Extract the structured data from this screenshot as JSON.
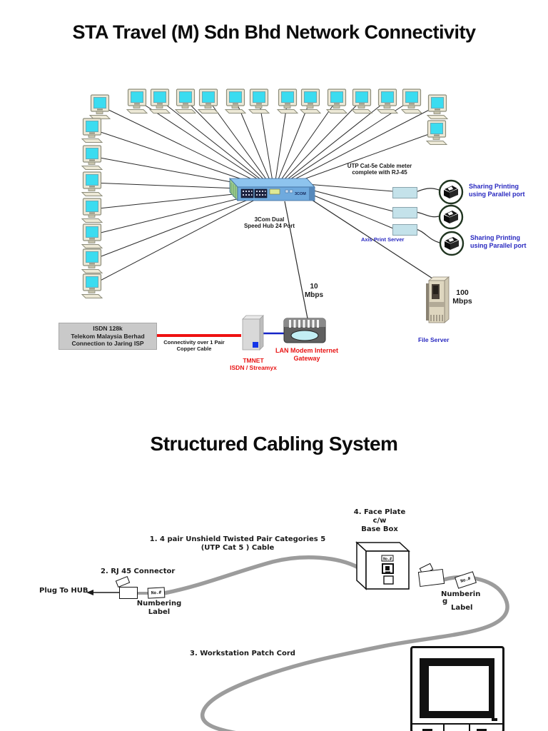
{
  "page": {
    "title_network": "STA Travel (M) Sdn Bhd Network Connectivity",
    "title_cabling": "Structured Cabling System"
  },
  "colors": {
    "label_blue": "#2929c0",
    "label_red": "#e81414",
    "cable_gray": "#9c9c9c",
    "screen_cyan": "#3bdcf0",
    "isdn_box_gray": "#c9c9c9",
    "red_link": "#ee1111",
    "blue_link": "#1524c8"
  },
  "network": {
    "hub": {
      "brand": "3COM",
      "label": [
        "3Com Dual",
        "Speed Hub 24 Port"
      ]
    },
    "utp_note": [
      "UTP Cat-5e Cable meter",
      "complete with RJ-45"
    ],
    "sharing_note": [
      "Sharing Printing",
      "using Parallel port"
    ],
    "axis_print_server": "Axis Print Server",
    "isdn_box": [
      "ISDN 128k",
      "Telekom Malaysia Berhad",
      "Connection to Jaring ISP"
    ],
    "copper_note": [
      "Connectivity over 1 Pair",
      "Copper Cable"
    ],
    "tmnet": [
      "TMNET",
      "ISDN / Streamyx"
    ],
    "lan_modem": [
      "LAN Modem Internet",
      "Gateway"
    ],
    "uplink_speed": [
      "10",
      "Mbps"
    ],
    "server_speed": [
      "100",
      "Mbps"
    ],
    "file_server": "File Server",
    "workstation_count": 22,
    "printer_count": 3,
    "print_server_count": 3
  },
  "cabling": {
    "step1": [
      "1. 4 pair Unshield Twisted Pair Categories 5",
      "(UTP Cat 5 ) Cable"
    ],
    "step2": "2. RJ 45 Connector",
    "step3": "3. Workstation Patch Cord",
    "step4": [
      "4. Face Plate",
      "c/w",
      "Base Box"
    ],
    "plug_to_hub": "Plug To HUB",
    "numbering_label_left": [
      "Numbering",
      "Label"
    ],
    "numbering_label_right": [
      "Numberin",
      "g",
      "Label"
    ],
    "tag_text": "No.#"
  }
}
